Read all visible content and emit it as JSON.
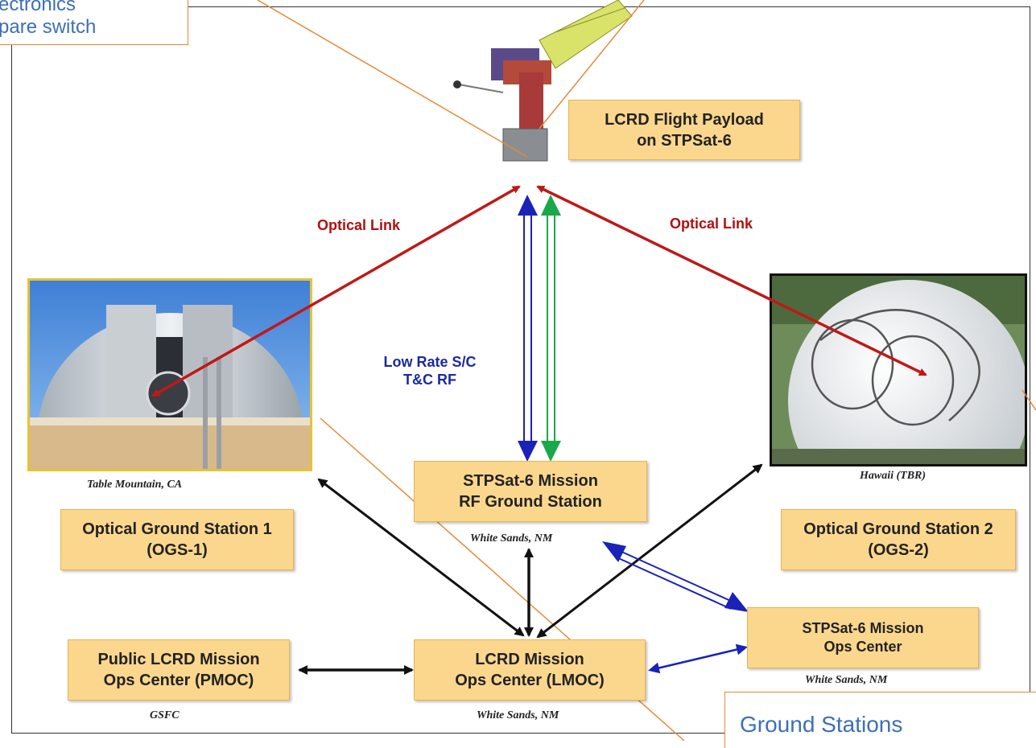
{
  "callout_top": {
    "line1": "ectronics",
    "line2": "pare switch"
  },
  "callout_bottom": {
    "text": "Ground Stations"
  },
  "payload": {
    "line1": "LCRD Flight Payload",
    "line2": "on STPSat-6"
  },
  "links": {
    "optical_left": "Optical Link",
    "optical_right": "Optical Link",
    "low_rate_line1": "Low Rate S/C",
    "low_rate_line2": "T&C RF"
  },
  "ogs1": {
    "line1": "Optical Ground Station 1",
    "line2": "(OGS-1)",
    "location": "Table Mountain, CA"
  },
  "ogs2": {
    "line1": "Optical Ground Station 2",
    "line2": "(OGS-2)",
    "location": "Hawaii (TBR)"
  },
  "rf_station": {
    "line1": "STPSat-6 Mission",
    "line2": "RF Ground Station",
    "location": "White Sands, NM"
  },
  "lmoc": {
    "line1": "LCRD Mission",
    "line2": "Ops Center (LMOC)",
    "location": "White Sands, NM"
  },
  "pmoc": {
    "line1": "Public LCRD Mission",
    "line2": "Ops Center (PMOC)",
    "location": "GSFC"
  },
  "sat_ops": {
    "line1": "STPSat-6 Mission",
    "line2": "Ops Center",
    "location": "White Sands, NM"
  },
  "colors": {
    "box_fill": "#fbd78e",
    "optical_red": "#c01818",
    "rf_blue": "#1a22b8",
    "rf_green": "#1aa84a",
    "callout_orange": "#e58a3a",
    "callout_text": "#3d6fb8"
  }
}
